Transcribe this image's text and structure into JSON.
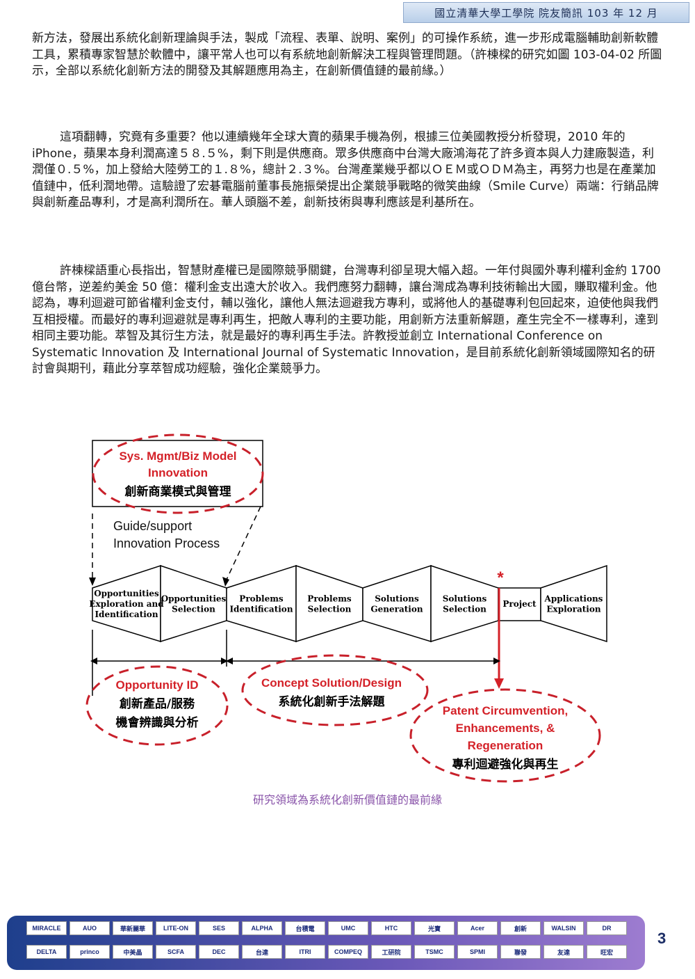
{
  "header": {
    "text": "國立清華大學工學院  院友簡訊  103 年 12 月"
  },
  "paragraphs": {
    "p1": "新方法，發展出系統化創新理論與手法，製成「流程、表單、說明、案例」的可操作系統，進一步形成電腦輔助創新軟體工具，累積專家智慧於軟體中，讓平常人也可以有系統地創新解決工程與管理問題。（許棟樑的研究如圖 103-04-02 所圖示，全部以系統化創新方法的開發及其解題應用為主，在創新價值鏈的最前緣。）",
    "p2": "這項翻轉，究竟有多重要？他以連續幾年全球大賣的蘋果手機為例，根據三位美國教授分析發現，2010 年的 iPhone，蘋果本身利潤高達５８.５%，剩下則是供應商。眾多供應商中台灣大廠鴻海花了許多資本與人力建廠製造，利潤僅０.５%，加上發給大陸勞工的１.８%，總計２.３%。台灣產業幾乎都以ＯＥＭ或ＯＤＭ為主，再努力也是在產業加值鏈中，低利潤地帶。這驗證了宏碁電腦前董事長施振榮提出企業競爭戰略的微笑曲線（Smile Curve）兩端：行銷品牌與創新產品專利，才是高利潤所在。華人頭腦不差，創新技術與專利應該是利基所在。",
    "p3": "許棟樑語重心長指出，智慧財產權已是國際競爭關鍵，台灣專利卻呈現大幅入超。一年付與國外專利權利金約 1700 億台幣，逆差約美金 50 億：權利金支出遠大於收入。我們應努力翻轉，讓台灣成為專利技術輸出大國，賺取權利金。他認為，專利迴避可節省權利金支付，輔以強化，讓他人無法迴避我方專利，或將他人的基礎專利包回起來，迫使他與我們互相授權。而最好的專利迴避就是專利再生，把敵人專利的主要功能，用創新方法重新解題，產生完全不一樣專利，達到相同主要功能。萃智及其衍生方法，就是最好的專利再生手法。許教授並創立 International Conference on Systematic Innovation 及 International Journal of Systematic Innovation，是目前系統化創新領域國際知名的研討會與期刊，藉此分享萃智成功經驗，強化企業競爭力。"
  },
  "diagram": {
    "top_box": {
      "line1": "Sys. Mgmt/Biz Model",
      "line2": "Innovation",
      "line3": "創新商業模式與管理"
    },
    "guide": {
      "line1": "Guide/support",
      "line2": "Innovation Process"
    },
    "stages": [
      {
        "lines": [
          "Opportunities",
          "Exploration and",
          "Identification"
        ]
      },
      {
        "lines": [
          "Opportunities",
          "Selection"
        ]
      },
      {
        "lines": [
          "Problems",
          "Identification"
        ]
      },
      {
        "lines": [
          "Problems",
          "Selection"
        ]
      },
      {
        "lines": [
          "Solutions",
          "Generation"
        ]
      },
      {
        "lines": [
          "Solutions",
          "Selection"
        ]
      },
      {
        "lines": [
          "Project"
        ]
      },
      {
        "lines": [
          "Applications",
          "Exploration"
        ]
      }
    ],
    "star": "*",
    "opportunity": {
      "line1": "Opportunity ID",
      "line2": "創新產品/服務",
      "line3": "機會辨識與分析"
    },
    "concept": {
      "line1": "Concept Solution/Design",
      "line2": "系統化創新手法解題"
    },
    "patent": {
      "line1": "Patent Circumvention,",
      "line2": "Enhancements, &",
      "line3": "Regeneration",
      "line4": "專利迴避強化與再生"
    },
    "accent_red": "#d42128"
  },
  "caption": "研究領域為系統化創新價值鏈的最前緣",
  "footer": {
    "row1": [
      "MIRACLE",
      "AUO",
      "華新麗華",
      "LITE-ON",
      "SES",
      "ALPHA",
      "台積電",
      "UMC",
      "HTC",
      "光寶",
      "Acer",
      "創新",
      "WALSIN",
      "DR"
    ],
    "row2": [
      "DELTA",
      "princo",
      "中美晶",
      "SCFA",
      "DEC",
      "台達",
      "ITRI",
      "COMPEQ",
      "工研院",
      "TSMC",
      "SPMI",
      "聯發",
      "友達",
      "旺宏"
    ],
    "page_number": "3"
  }
}
